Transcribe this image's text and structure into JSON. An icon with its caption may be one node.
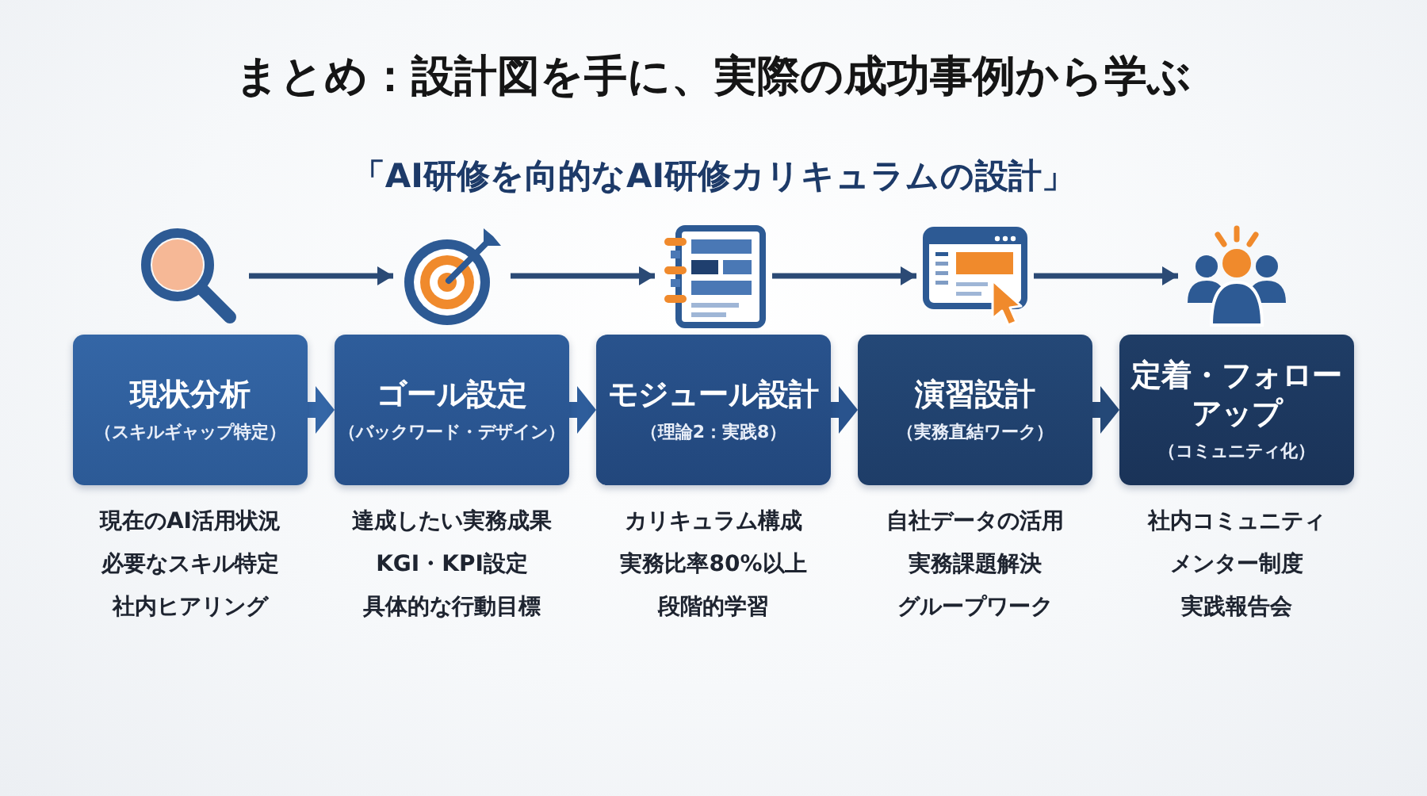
{
  "diagram": {
    "title": "まとめ：設計図を手に、実際の成功事例から学ぶ",
    "nodes": [
      {
        "text": [],
        "shape": "picture"
      },
      {
        "text": [],
        "shape": "picture"
      },
      {
        "text": [],
        "shape": "picture"
      },
      {
        "text": [],
        "shape": "picture"
      },
      {
        "text": [],
        "shape": "picture"
      },
      {
        "text": [
          "現状分析",
          "（スキルギャップ特定）"
        ],
        "beside": [
          "現在のAI活用状況",
          "必要なスキル特定",
          "社内ヒアリング"
        ]
      },
      {
        "text": [
          "ゴール設定",
          "（バックワード・デザイン）"
        ],
        "beside": [
          "達成したい実務成果",
          "KGI・KPI設定",
          "具体的な行動目標"
        ]
      },
      {
        "text": [
          "モジュール設計",
          "（理論2：実践8）"
        ],
        "beside": [
          "カリキュラム構成",
          "実務比率80%以上",
          "段階的学習"
        ]
      },
      {
        "text": [
          "演習設計",
          "（実務直結ワーク）"
        ],
        "beside": [
          "自社データの活用",
          "実務課題解決",
          "グループワーク"
        ]
      },
      {
        "text": [
          "定着・フォローアップ",
          "（コミュニティ化）"
        ],
        "beside": [
          "社内コミュニティ",
          "メンター制度",
          "実践報告会"
        ]
      }
    ],
    "edges": [
      {
        "from": 0,
        "to": 1,
        "arrow": "to"
      },
      {
        "from": 1,
        "to": 2,
        "arrow": "to"
      },
      {
        "from": 2,
        "to": 3,
        "arrow": "to"
      },
      {
        "from": 3,
        "to": 4,
        "arrow": "to"
      },
      {
        "from": 5,
        "to": 6,
        "arrow": "to",
        "style": "thick"
      },
      {
        "from": 6,
        "to": 7,
        "arrow": "to",
        "style": "thick"
      },
      {
        "from": 7,
        "to": 8,
        "arrow": "to",
        "style": "thick"
      },
      {
        "from": 8,
        "to": 9,
        "arrow": "to",
        "style": "thick"
      }
    ],
    "labels": [
      "「AI研修を向的なAI研修カリキュラムの設計」"
    ]
  }
}
